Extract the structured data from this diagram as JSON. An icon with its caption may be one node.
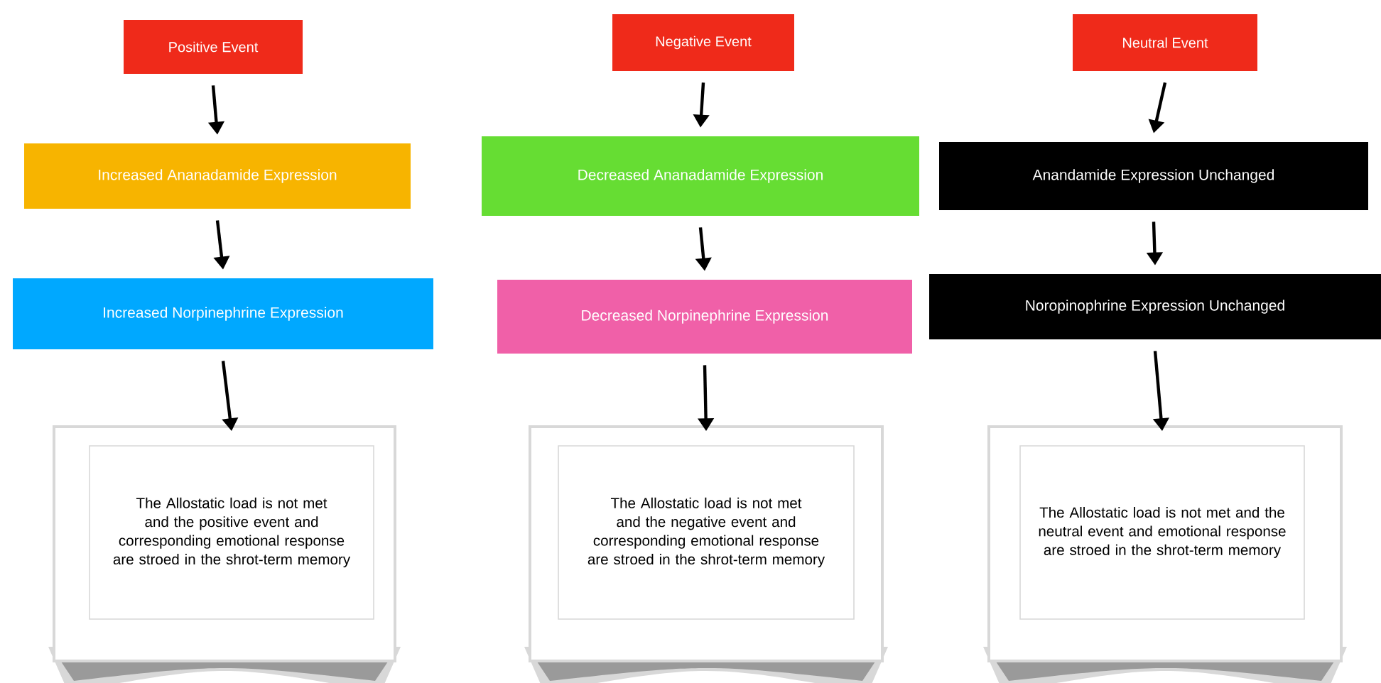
{
  "diagram": {
    "nodes": [
      {
        "text": [
          "Positive Event"
        ]
      },
      {
        "text": [
          "Increased Ananadamide Expression"
        ]
      },
      {
        "text": [
          "Increased Norpinephrine Expression"
        ]
      },
      {
        "text": [
          "The Allostatic load is not met and the positive event and corresponding emotional response are stroed in the shrot-term memory"
        ]
      },
      {
        "text": [
          "Negative Event"
        ]
      },
      {
        "text": [
          "Decreased Ananadamide Expression"
        ]
      },
      {
        "text": [
          "Decreased Norpinephrine Expression"
        ]
      },
      {
        "text": [
          "The Allostatic load is not met and the negative event and corresponding emotional response are stroed in the shrot-term memory"
        ]
      },
      {
        "text": [
          "Neutral Event"
        ]
      },
      {
        "text": [
          "Anandamide Expression Unchanged"
        ]
      },
      {
        "text": [
          "Noropinophrine Expression Unchanged"
        ]
      },
      {
        "text": [
          "The Allostatic load is not met and the neutral event and emotional response are stroed in the shrot-term memory"
        ]
      }
    ],
    "edges": [
      {
        "from": 0,
        "to": 1,
        "arrow": "to"
      },
      {
        "from": 1,
        "to": 2,
        "arrow": "to"
      },
      {
        "from": 2,
        "to": 3,
        "arrow": "to"
      },
      {
        "from": 4,
        "to": 5,
        "arrow": "to"
      },
      {
        "from": 5,
        "to": 6,
        "arrow": "to"
      },
      {
        "from": 6,
        "to": 7,
        "arrow": "to"
      },
      {
        "from": 8,
        "to": 9,
        "arrow": "to"
      },
      {
        "from": 9,
        "to": 10,
        "arrow": "to"
      },
      {
        "from": 10,
        "to": 11,
        "arrow": "to"
      }
    ]
  }
}
